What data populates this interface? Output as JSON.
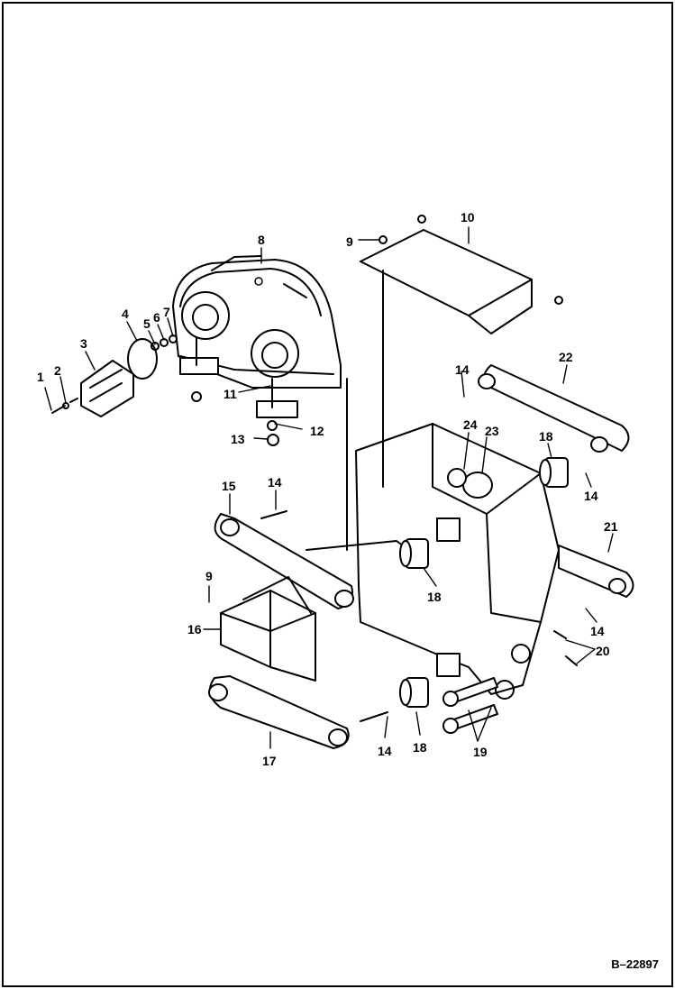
{
  "diagram": {
    "drawing_id": "B–22897",
    "callouts": {
      "c1": "1",
      "c2": "2",
      "c3": "3",
      "c4": "4",
      "c5": "5",
      "c6": "6",
      "c7": "7",
      "c8": "8",
      "c9a": "9",
      "c9b": "9",
      "c10": "10",
      "c11": "11",
      "c12": "12",
      "c13": "13",
      "c14a": "14",
      "c14b": "14",
      "c14c": "14",
      "c14d": "14",
      "c14e": "14",
      "c15": "15",
      "c16": "16",
      "c17": "17",
      "c18a": "18",
      "c18b": "18",
      "c18c": "18",
      "c19": "19",
      "c20": "20",
      "c21": "21",
      "c22": "22",
      "c23": "23",
      "c24": "24"
    }
  }
}
